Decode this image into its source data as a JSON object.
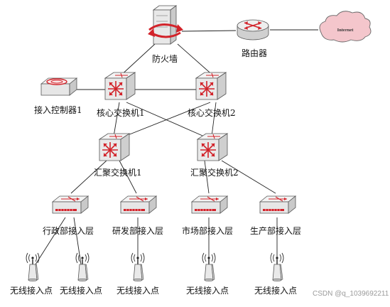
{
  "diagram": {
    "firewall_label": "防火墙",
    "router_label": "路由器",
    "internet_label": "Internet",
    "access_controller_label": "接入控制器1",
    "core_switch_1_label": "核心交换机1",
    "core_switch_2_label": "核心交换机2",
    "agg_switch_1_label": "汇聚交换机1",
    "agg_switch_2_label": "汇聚交换机2",
    "access_layers": [
      {
        "label": "行政部接入层"
      },
      {
        "label": "研发部接入层"
      },
      {
        "label": "市场部接入层"
      },
      {
        "label": "生产部接入层"
      }
    ],
    "access_points": [
      {
        "label": "无线接入点"
      },
      {
        "label": "无线接入点"
      },
      {
        "label": "无线接入点"
      },
      {
        "label": "无线接入点"
      },
      {
        "label": "无线接入点"
      }
    ],
    "watermark": "CSDN @q_1039692211"
  },
  "colors": {
    "device_face": "#e8e8e8",
    "device_top": "#f6f6f6",
    "device_side": "#c9c9c9",
    "accent_red": "#d2232a",
    "cloud_fill": "#f4c6cc",
    "line": "#222222"
  }
}
